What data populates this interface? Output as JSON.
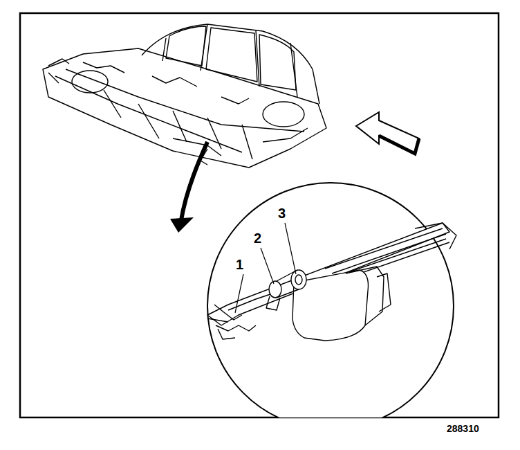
{
  "diagram": {
    "labels": [
      "1",
      "2",
      "3",
      "288310"
    ]
  }
}
